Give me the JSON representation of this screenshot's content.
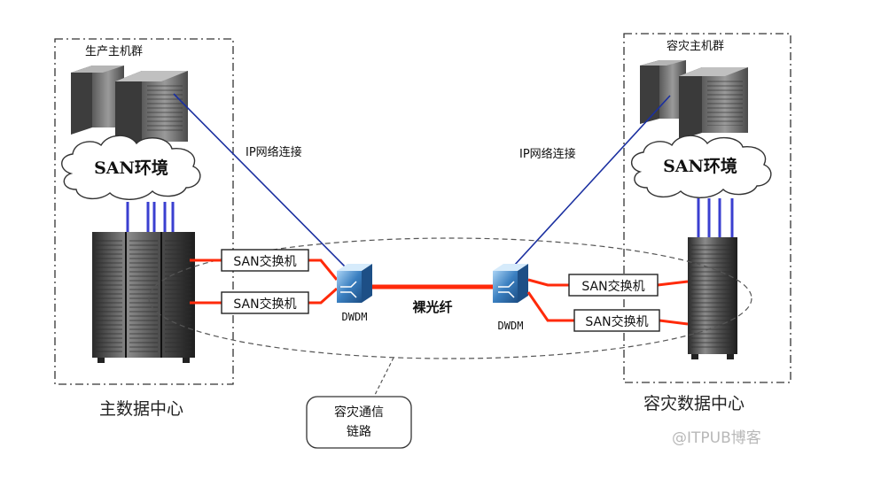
{
  "diagram": {
    "primary_site": {
      "host_cluster_label": "生产主机群",
      "san_cloud_label": "SAN环境",
      "switch_labels": [
        "SAN交换机",
        "SAN交换机"
      ],
      "dwdm_label": "DWDM",
      "ip_link_label": "IP网络连接",
      "site_label": "主数据中心"
    },
    "dr_site": {
      "host_cluster_label": "容灾主机群",
      "san_cloud_label": "SAN环境",
      "switch_labels": [
        "SAN交换机",
        "SAN交换机"
      ],
      "dwdm_label": "DWDM",
      "ip_link_label": "IP网络连接",
      "site_label": "容灾数据中心"
    },
    "fiber_label": "裸光纤",
    "callout_lines": [
      "容灾通信",
      "链路"
    ],
    "watermark": "@ITPUB博客"
  },
  "colors": {
    "fc_link": "#ff2a0a",
    "ip_link": "#1a2fa0",
    "san_cable": "#3a3fd0",
    "dwdm_blue": "#3a7fc0",
    "server_gray": "#6e6e6e"
  }
}
